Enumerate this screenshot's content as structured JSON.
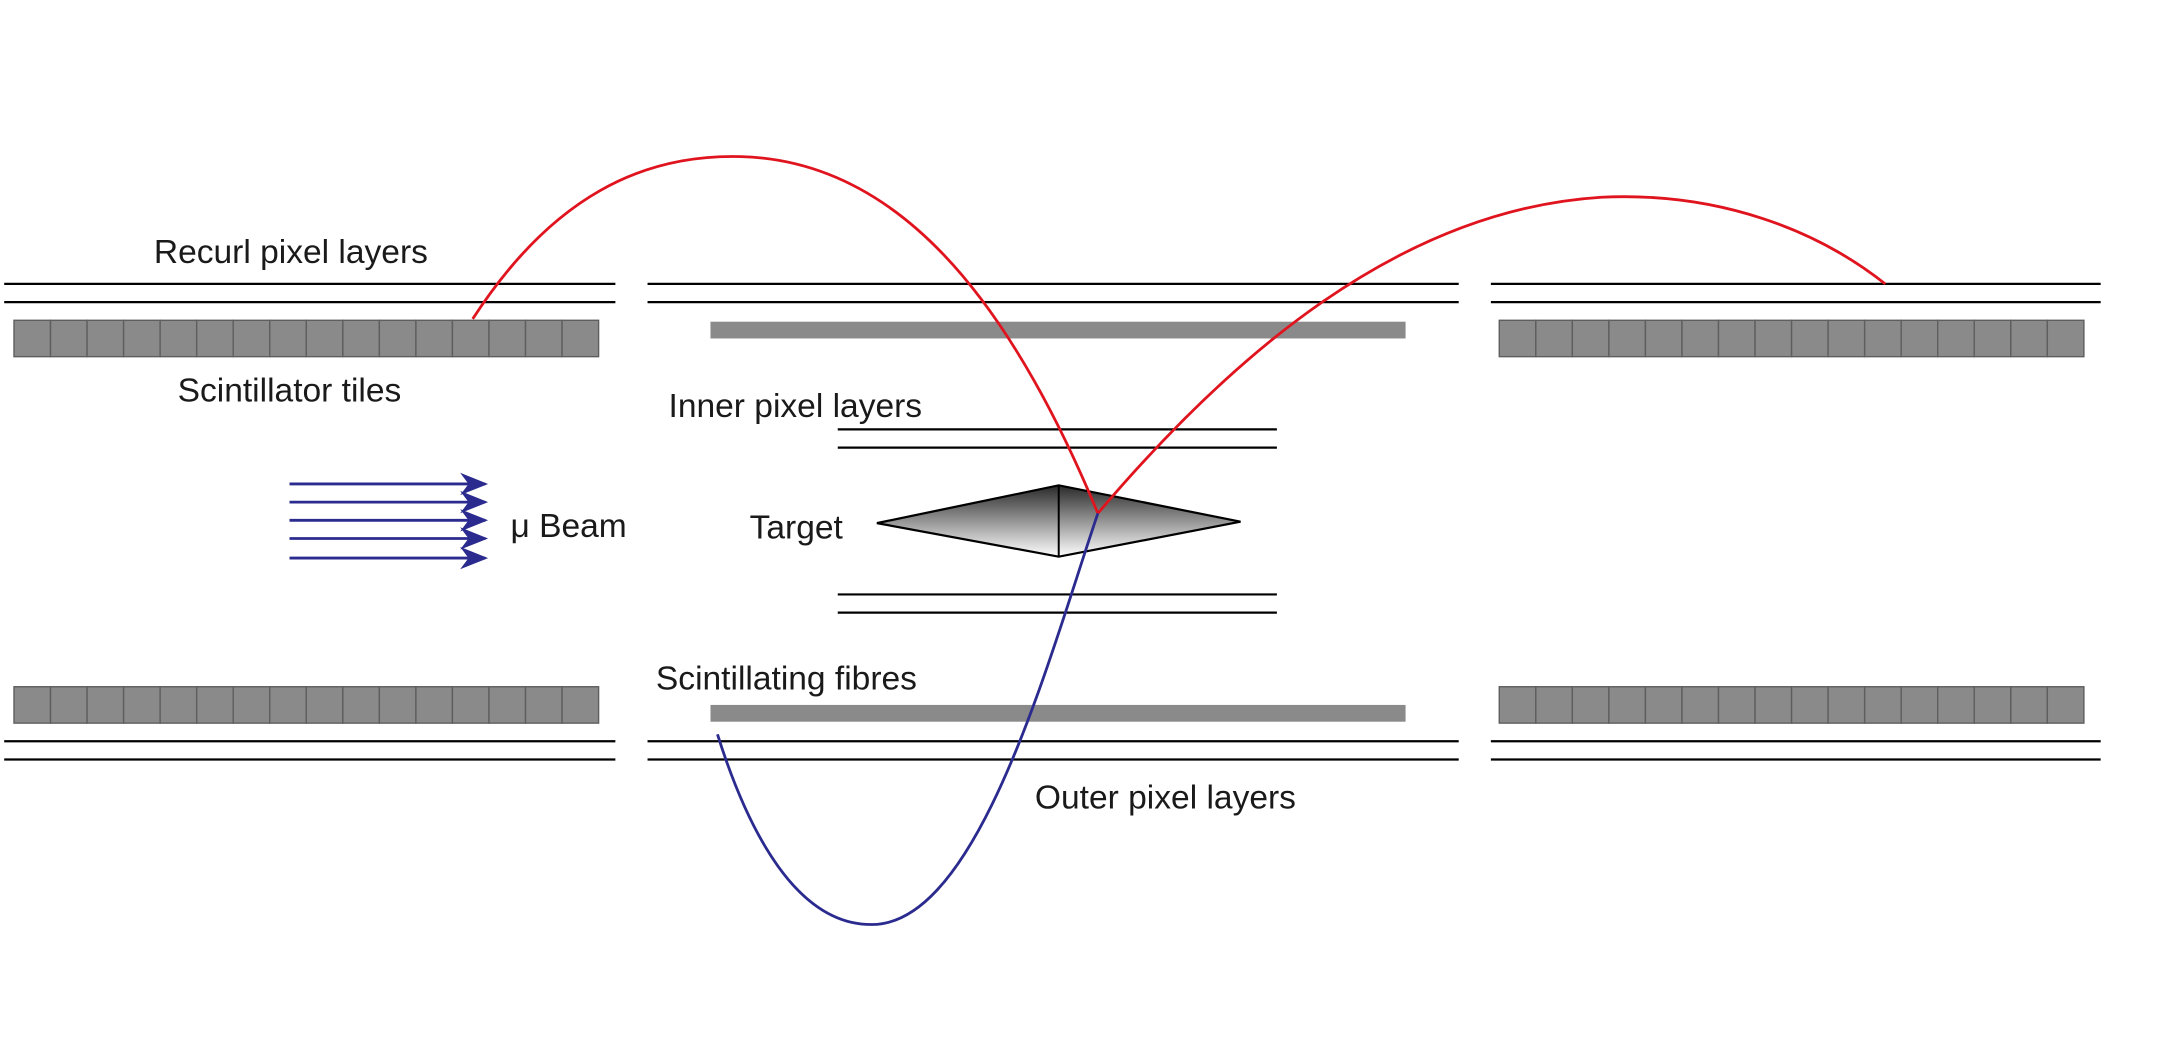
{
  "labels": {
    "recurl": "Recurl pixel layers",
    "scint_tiles": "Scintillator tiles",
    "inner": "Inner pixel layers",
    "beam": "μ Beam",
    "target": "Target",
    "scint_fibres": "Scintillating fibres",
    "outer": "Outer pixel layers"
  },
  "colors": {
    "track_positive": "#e0141e",
    "track_negative": "#2b2b8f",
    "beam": "#2b2b8f",
    "detector_gray": "#8a8a8a"
  },
  "tile_modules": [
    {
      "name": "tiles-top-left",
      "count": 16
    },
    {
      "name": "tiles-top-right",
      "count": 16
    },
    {
      "name": "tiles-bottom-left",
      "count": 16
    },
    {
      "name": "tiles-bottom-right",
      "count": 16
    }
  ],
  "beam_arrows": 5
}
